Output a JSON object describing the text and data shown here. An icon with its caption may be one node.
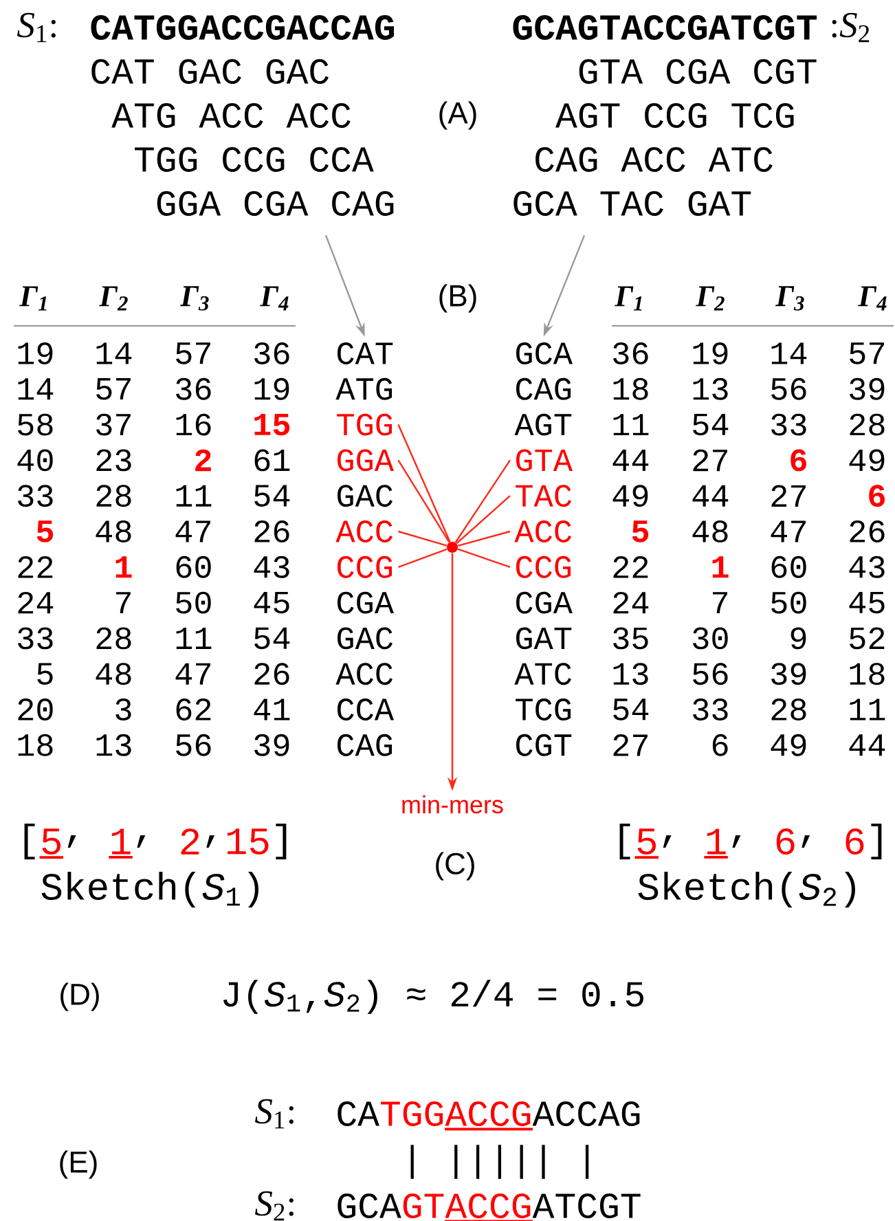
{
  "diagram": {
    "nodes": [
      {
        "text": [
          "CAT GAC GAC",
          "ATG ACC ACC",
          "TGG CCG CCA",
          "GGA CGA CAG"
        ]
      },
      {
        "text": [
          "GTA CGA CGT",
          "AGT CCG TCG",
          "CAG ACC ATC",
          "GCA TAC GAT"
        ]
      },
      {
        "text": [
          "CAT"
        ]
      },
      {
        "text": [
          "ATG"
        ]
      },
      {
        "text": [
          "TGG"
        ]
      },
      {
        "text": [
          "GGA"
        ]
      },
      {
        "text": [
          "GAC"
        ]
      },
      {
        "text": [
          "ACC"
        ]
      },
      {
        "text": [
          "CCG"
        ]
      },
      {
        "text": [
          "CGA"
        ]
      },
      {
        "text": [
          "GAC"
        ]
      },
      {
        "text": [
          "ACC"
        ]
      },
      {
        "text": [
          "CCA"
        ]
      },
      {
        "text": [
          "CAG"
        ]
      },
      {
        "text": [
          "GCA"
        ]
      },
      {
        "text": [
          "CAG"
        ]
      },
      {
        "text": [
          "AGT"
        ]
      },
      {
        "text": [
          "GTA"
        ]
      },
      {
        "text": [
          "TAC"
        ]
      },
      {
        "text": [
          "ACC"
        ]
      },
      {
        "text": [
          "CCG"
        ]
      },
      {
        "text": [
          "CGA"
        ]
      },
      {
        "text": [
          "GAT"
        ]
      },
      {
        "text": [
          "ATC"
        ]
      },
      {
        "text": [
          "TCG"
        ]
      },
      {
        "text": [
          "CGT"
        ]
      },
      {
        "text": [],
        "shape": "circle"
      },
      {
        "text": [
          "min-mers"
        ]
      }
    ],
    "edges": [
      {
        "from": 0,
        "to": 2,
        "arrow": "to",
        "color": "#999999"
      },
      {
        "from": 1,
        "to": 14,
        "arrow": "to",
        "color": "#999999"
      },
      {
        "from": 4,
        "to": 26,
        "arrow": "none",
        "color": "#ff2a1a"
      },
      {
        "from": 5,
        "to": 26,
        "arrow": "none",
        "color": "#ff2a1a"
      },
      {
        "from": 7,
        "to": 26,
        "arrow": "none",
        "color": "#ff2a1a"
      },
      {
        "from": 8,
        "to": 26,
        "arrow": "none",
        "color": "#ff2a1a"
      },
      {
        "from": 17,
        "to": 26,
        "arrow": "none",
        "color": "#ff2a1a"
      },
      {
        "from": 18,
        "to": 26,
        "arrow": "none",
        "color": "#ff2a1a"
      },
      {
        "from": 19,
        "to": 26,
        "arrow": "none",
        "color": "#ff2a1a"
      },
      {
        "from": 20,
        "to": 26,
        "arrow": "none",
        "color": "#ff2a1a"
      },
      {
        "from": 26,
        "to": 27,
        "arrow": "to",
        "color": "#ff2a1a"
      }
    ],
    "labels": [
      "*S*$_{1}$:",
      "CATGGACCGACCAG",
      "GCAGTACCGATCGT",
      ":*S*$_{2}$",
      "(A)",
      "Γ$_{1}$",
      "Γ$_{2}$",
      "Γ$_{3}$",
      "Γ$_{4}$",
      "(B)",
      "Γ$_{1}$",
      "Γ$_{2}$",
      "Γ$_{3}$",
      "Γ$_{4}$",
      "19",
      "14",
      "57",
      "36",
      "36",
      "19",
      "14",
      "57",
      "14",
      "57",
      "36",
      "19",
      "18",
      "13",
      "56",
      "39",
      "58",
      "37",
      "16",
      "15",
      "11",
      "54",
      "33",
      "28",
      "40",
      "23",
      "2",
      "61",
      "44",
      "27",
      "6",
      "49",
      "33",
      "28",
      "11",
      "54",
      "49",
      "44",
      "27",
      "6",
      "5",
      "48",
      "47",
      "26",
      "5",
      "48",
      "47",
      "26",
      "22",
      "1",
      "60",
      "43",
      "22",
      "1",
      "60",
      "43",
      "24",
      "7",
      "50",
      "45",
      "24",
      "7",
      "50",
      "45",
      "33",
      "28",
      "11",
      "54",
      "35",
      "30",
      "9",
      "52",
      "5",
      "48",
      "47",
      "26",
      "13",
      "56",
      "39",
      "18",
      "20",
      "3",
      "62",
      "41",
      "54",
      "33",
      "28",
      "11",
      "18",
      "13",
      "56",
      "39",
      "27",
      "6",
      "49",
      "44",
      "[",
      "5",
      ",",
      "1",
      ",",
      "2",
      ",",
      "15",
      "]",
      "(C)",
      "[",
      "5",
      ",",
      "1",
      ",",
      "6",
      ",",
      "6",
      "]",
      "Sketch(*S*$_{1}$)",
      "Sketch(*S*$_{2}$)",
      "(D)",
      "J(*S*$_{1}$,*S*$_{2}$) ≈ 2/4 = 0.5",
      "*S*$_{1}$:",
      "CA",
      "TGG",
      "ACCG",
      "ACCAG",
      "(E)",
      "| ||||| |",
      "*S*$_{2}$:",
      "GCA",
      "GT",
      "ACCG",
      "ATCGT"
    ]
  }
}
